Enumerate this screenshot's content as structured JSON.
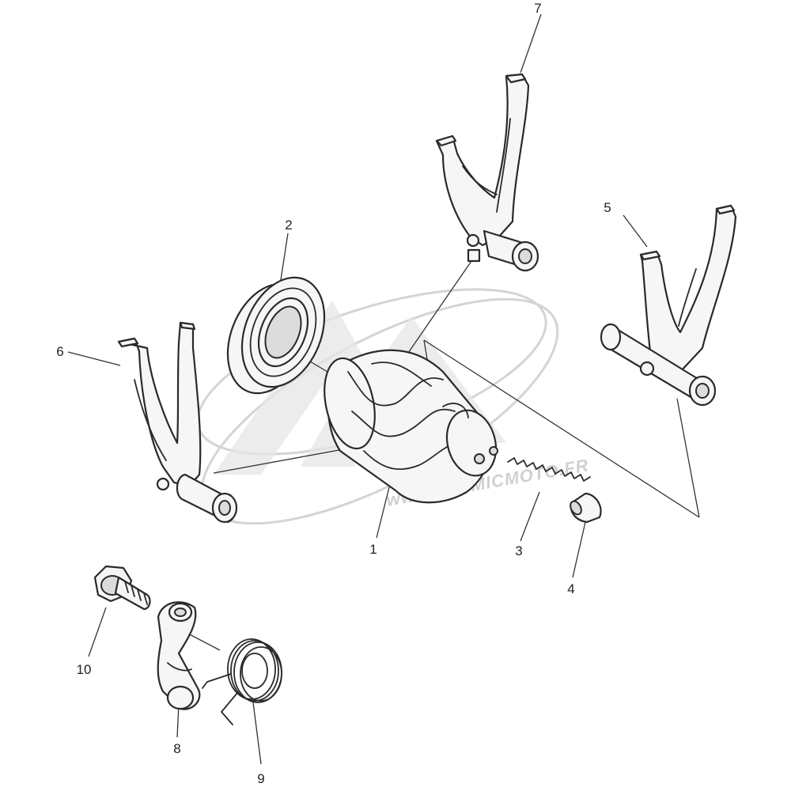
{
  "watermark": {
    "text": "www.ATOMICMOTO.FR"
  },
  "callouts": {
    "c1": "1",
    "c2": "2",
    "c3": "3",
    "c4": "4",
    "c5": "5",
    "c6": "6",
    "c7": "7",
    "c8": "8",
    "c9": "9",
    "c10": "10"
  }
}
